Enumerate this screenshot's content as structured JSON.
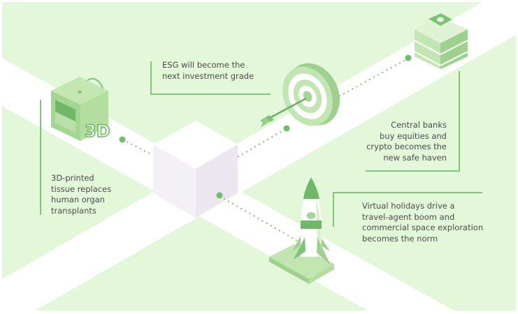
{
  "captions": {
    "tissue": [
      "3D-printed",
      "tissue replaces",
      "human organ",
      "transplants"
    ],
    "esg": [
      "ESG will become the",
      "next investment grade"
    ],
    "banks": [
      "Central banks",
      "buy equities and",
      "crypto becomes the",
      "new safe haven"
    ],
    "travel": [
      "Virtual holidays drive a",
      "travel-agent boom and",
      "commercial space exploration",
      "becomes the norm"
    ]
  },
  "icons": {
    "printer_label": "3D"
  },
  "colors": {
    "background": "#e3f8d9",
    "road": "#ffffff",
    "accent": "#7cc277",
    "accent_dark": "#66b463",
    "accent_light": "#c2e6b2",
    "cube_left": "#f3f0f6",
    "cube_right": "#ebe6ef",
    "text": "#4a4a4a"
  }
}
